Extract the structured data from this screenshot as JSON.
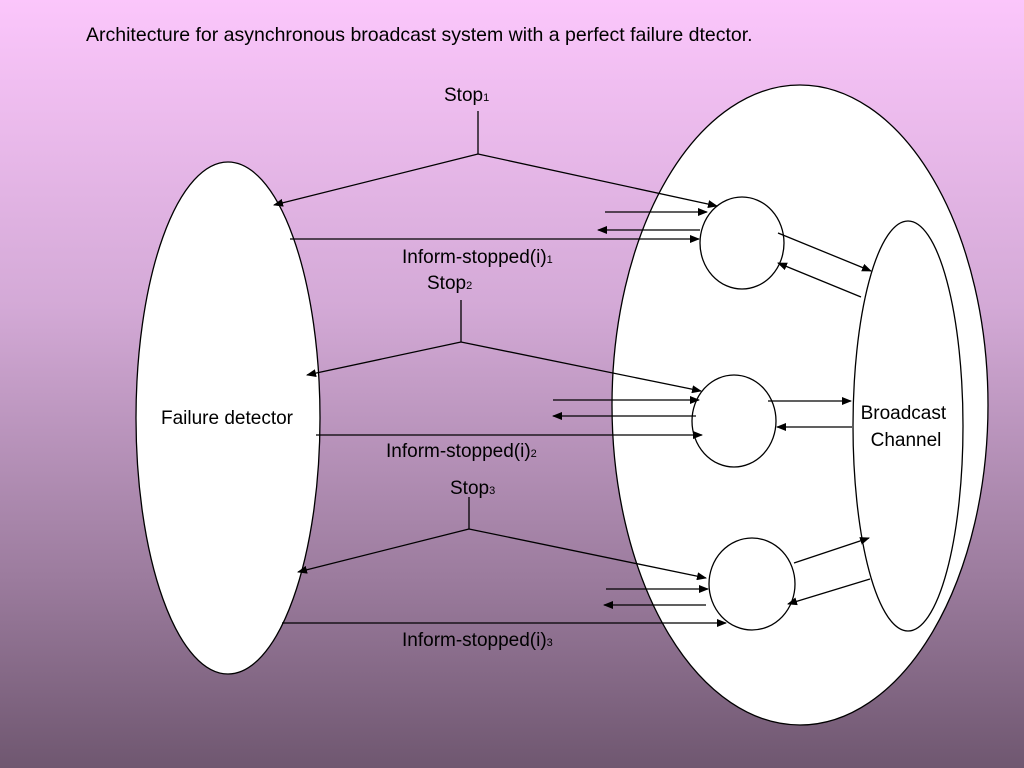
{
  "title": "Architecture for asynchronous broadcast system with a perfect failure dtector.",
  "failure_detector_label": "Failure detector",
  "broadcast_channel_label": [
    "Broadcast",
    "Channel"
  ],
  "stops": [
    {
      "label": "Stop",
      "sub": "1"
    },
    {
      "label": "Stop",
      "sub": "2"
    },
    {
      "label": "Stop",
      "sub": "3"
    }
  ],
  "informs": [
    {
      "label": "Inform-stopped(i)",
      "sub": "1"
    },
    {
      "label": "Inform-stopped(i)",
      "sub": "2"
    },
    {
      "label": "Inform-stopped(i)",
      "sub": "3"
    }
  ],
  "colors": {
    "background_top": "#fbc6fb",
    "background_bottom": "#6f5770",
    "shape_fill": "#ffffff",
    "stroke": "#000000"
  }
}
